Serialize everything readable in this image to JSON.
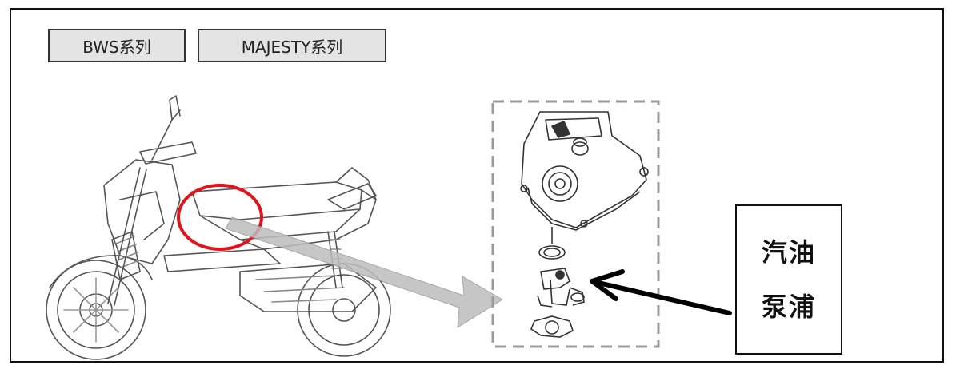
{
  "tabs": [
    {
      "label": "BWS系列"
    },
    {
      "label": "MAJESTY系列"
    }
  ],
  "callout": {
    "line1": "汽油",
    "line2": "泵浦"
  },
  "colors": {
    "highlight_circle": "#e0141c",
    "frame": "#111111",
    "arrow_fill": "#bdbdbd",
    "dashed_box": "#9a9a9a"
  }
}
